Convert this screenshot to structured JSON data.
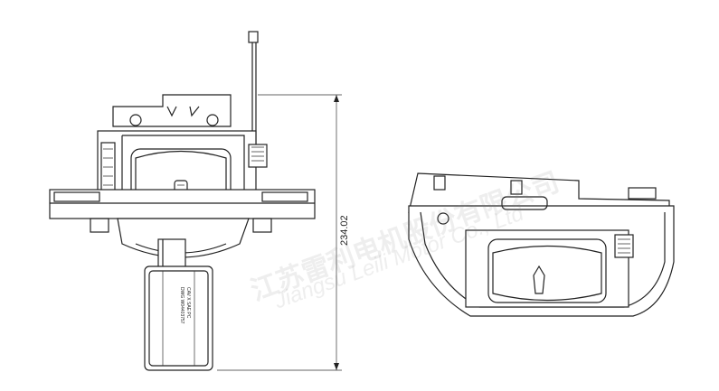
{
  "drawing": {
    "dimension_label": "234.02",
    "part_label_lines": [
      "DWG W04403757",
      "CAV X SAE PC"
    ]
  },
  "watermark": {
    "company_cn": "江苏雷利电机股份有限公司",
    "company_en": "Jiangsu Leili Motor Co., Ltd"
  }
}
